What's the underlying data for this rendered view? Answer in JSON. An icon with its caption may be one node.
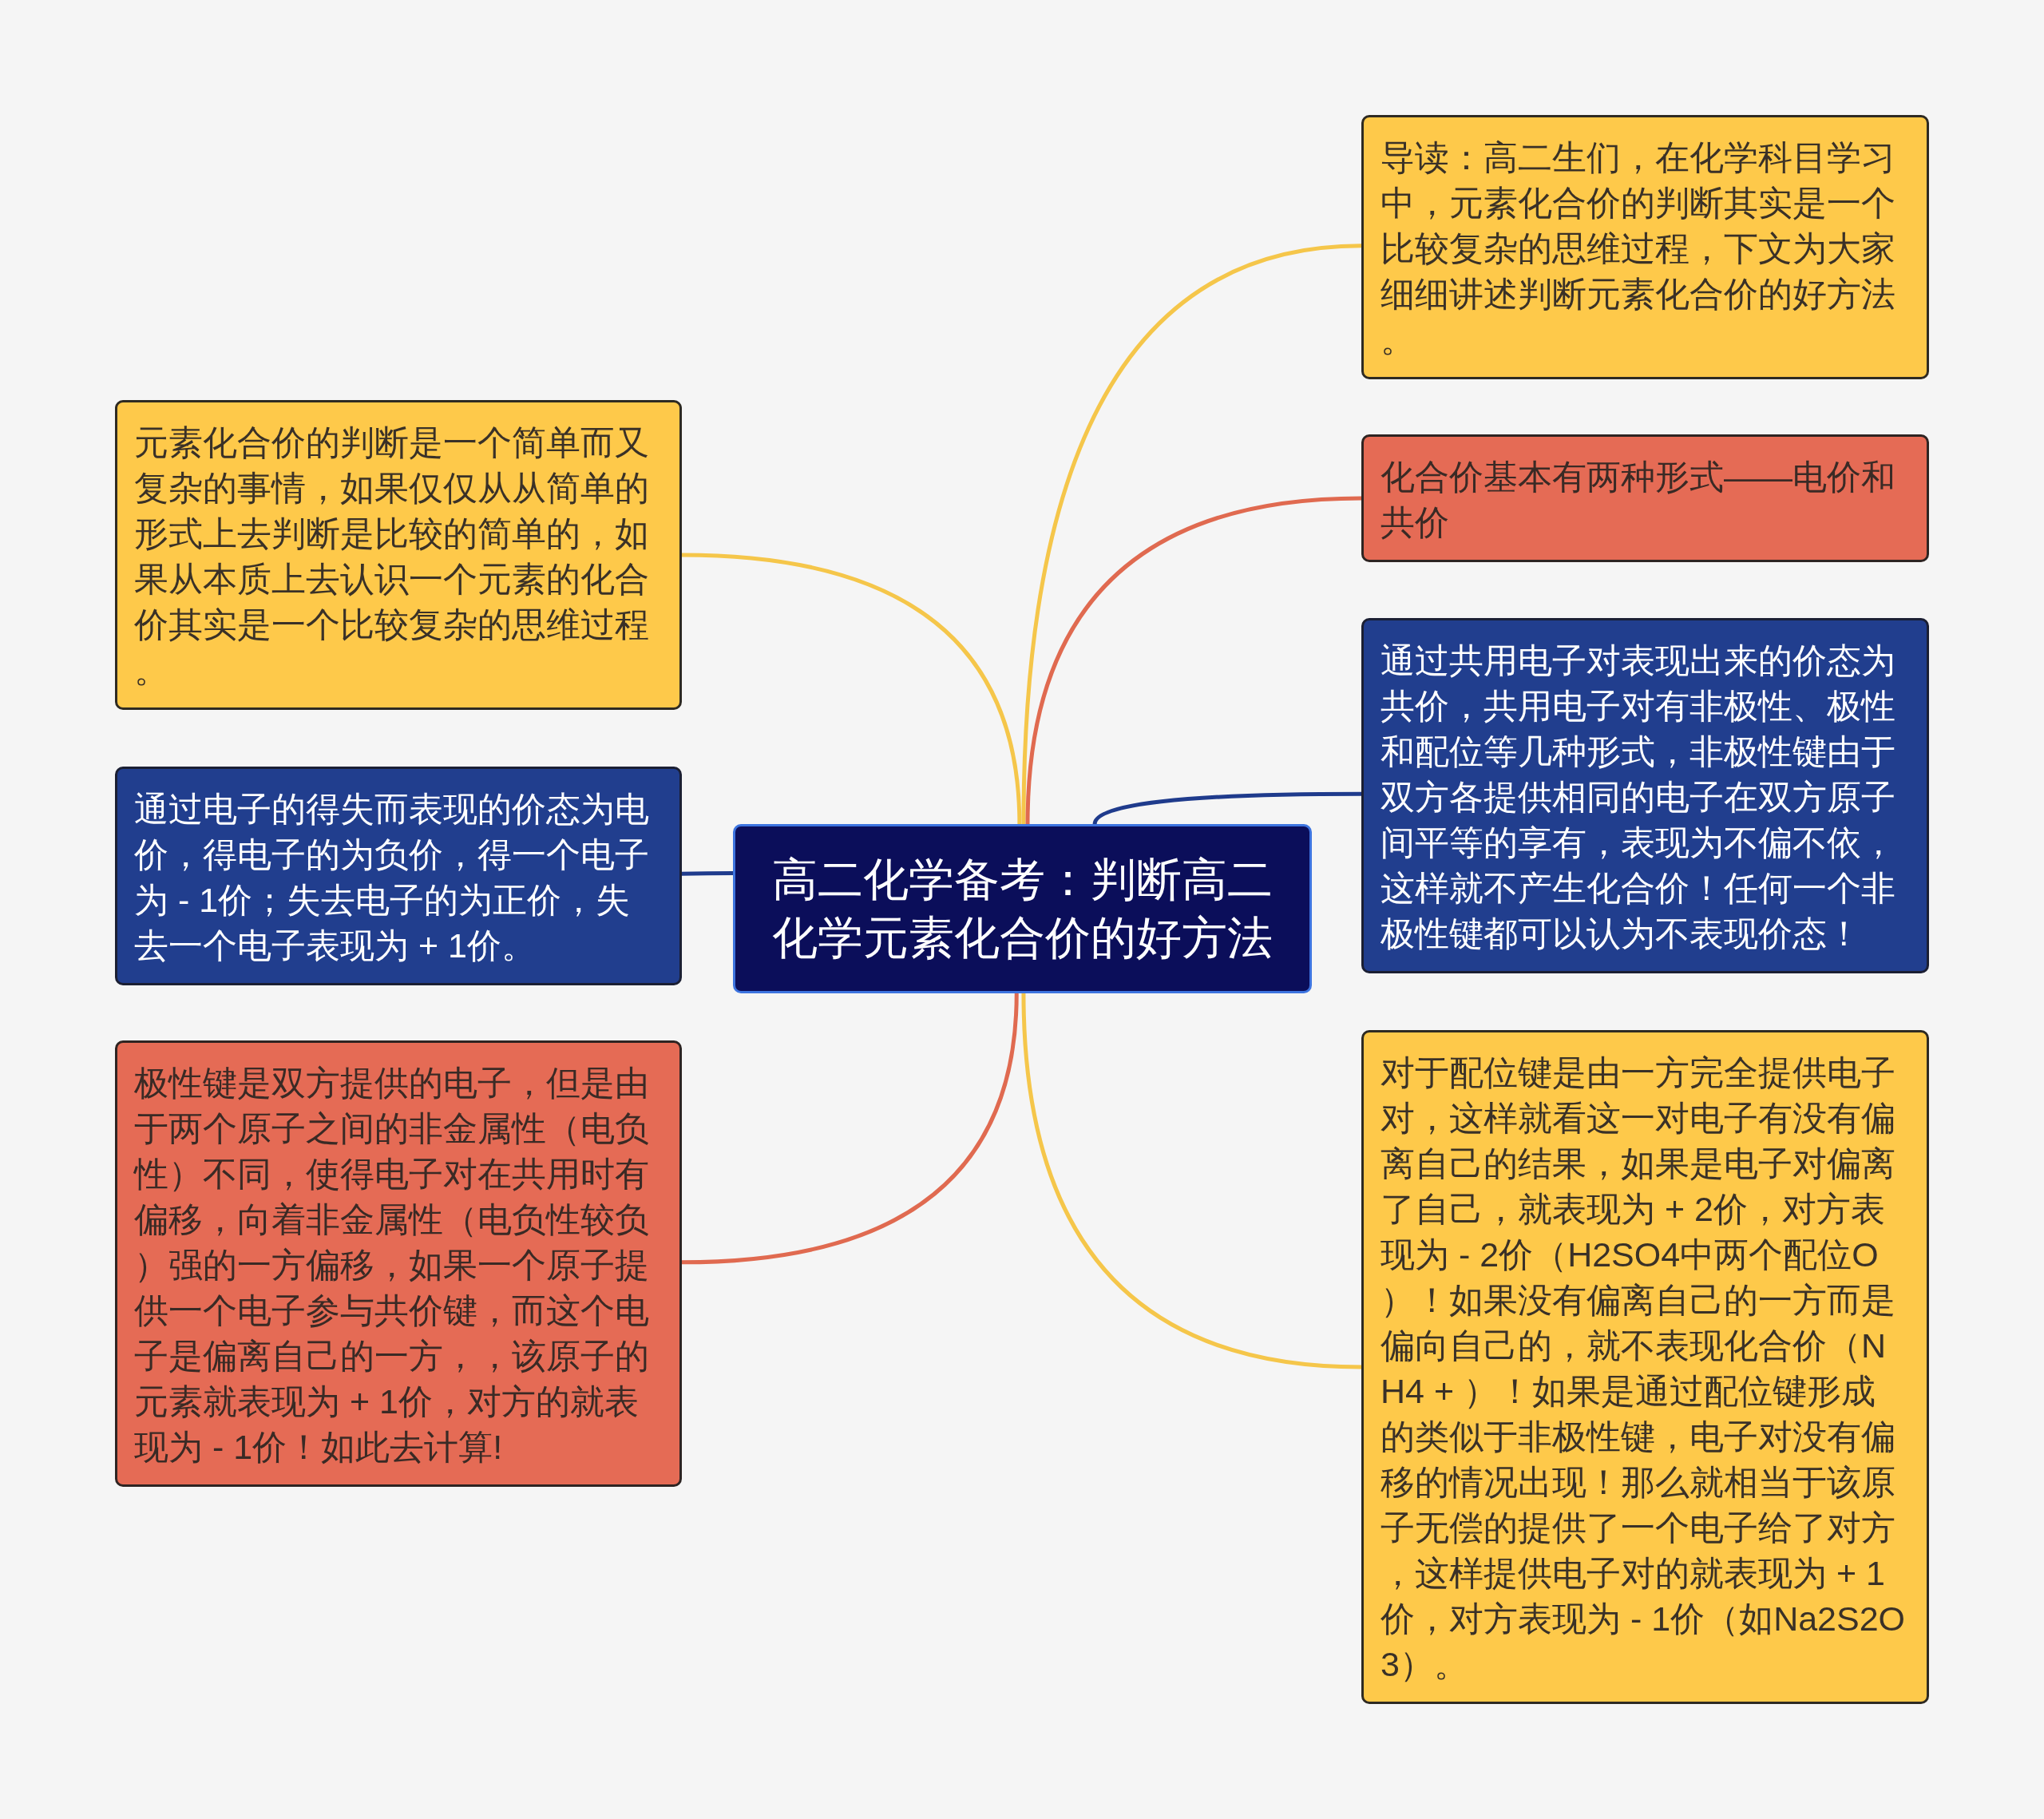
{
  "diagram": {
    "nodes": [
      {
        "text": [
          "高二化学备考：判断高二化学元素化合价的好方法"
        ]
      },
      {
        "text": [
          "导读：高二生们，在化学科目学习中，元素化合价的判断其实是一个比较复杂的思维过程，下文为大家细细讲述判断元素化合价的好方法。"
        ]
      },
      {
        "text": [
          "化合价基本有两种形式——电价和共价"
        ]
      },
      {
        "text": [
          "通过共用电子对表现出来的价态为共价，共用电子对有非极性、极性和配位等几种形式，非极性键由于双方各提供相同的电子在双方原子间平等的享有，表现为不偏不依，这样就不产生化合价！任何一个非极性键都可以认为不表现价态！"
        ]
      },
      {
        "text": [
          "对于配位键是由一方完全提供电子对，这样就看这一对电子有没有偏离自己的结果，如果是电子对偏离了自己，就表现为 + 2价，对方表现为 - 2价（H2SO4中两个配位O）！如果没有偏离自己的一方而是偏向自己的，就不表现化合价（NH4 + ）！如果是通过配位键形成的类似于非极性键，电子对没有偏移的情况出现！那么就相当于该原子无偿的提供了一个电子给了对方，这样提供电子对的就表现为 + 1价，对方表现为 - 1价（如Na2S2O3）。"
        ]
      },
      {
        "text": [
          "元素化合价的判断是一个简单而又复杂的事情，如果仅仅从从简单的形式上去判断是比较的简单的，如果从本质上去认识一个元素的化合价其实是一个比较复杂的思维过程。"
        ]
      },
      {
        "text": [
          "通过电子的得失而表现的价态为电价，得电子的为负价，得一个电子为 - 1价；失去电子的为正价，失去一个电子表现为 + 1价。"
        ]
      },
      {
        "text": [
          "极性键是双方提供的电子，但是由于两个原子之间的非金属性（电负性）不同，使得电子对在共用时有偏移，向着非金属性（电负性较负）强的一方偏移，如果一个原子提供一个电子参与共价键，而这个电子是偏离自己的一方，，该原子的元素就表现为 + 1价，对方的就表现为 - 1价！如此去计算!"
        ]
      }
    ],
    "edges": [
      {
        "from": 0,
        "to": 1,
        "arrow": "none",
        "color": "#f5c64a"
      },
      {
        "from": 0,
        "to": 2,
        "arrow": "none",
        "color": "#e06a50"
      },
      {
        "from": 0,
        "to": 3,
        "arrow": "none",
        "color": "#1f3b8c"
      },
      {
        "from": 0,
        "to": 4,
        "arrow": "none",
        "color": "#f5c64a"
      },
      {
        "from": 0,
        "to": 5,
        "arrow": "none",
        "color": "#f5c64a"
      },
      {
        "from": 0,
        "to": 6,
        "arrow": "none",
        "color": "#1f3b8c"
      },
      {
        "from": 0,
        "to": 7,
        "arrow": "none",
        "color": "#e06a50"
      }
    ]
  }
}
